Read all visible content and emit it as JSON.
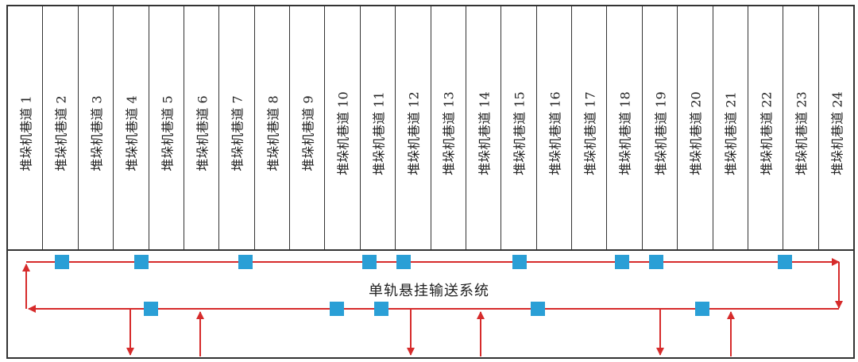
{
  "lanes": [
    "堆垛机巷道 1",
    "堆垛机巷道 2",
    "堆垛机巷道 3",
    "堆垛机巷道 4",
    "堆垛机巷道 5",
    "堆垛机巷道 6",
    "堆垛机巷道 7",
    "堆垛机巷道 8",
    "堆垛机巷道 9",
    "堆垛机巷道 10",
    "堆垛机巷道 11",
    "堆垛机巷道 12",
    "堆垛机巷道 13",
    "堆垛机巷道 14",
    "堆垛机巷道 15",
    "堆垛机巷道 16",
    "堆垛机巷道 17",
    "堆垛机巷道 18",
    "堆垛机巷道 19",
    "堆垛机巷道 20",
    "堆垛机巷道 21",
    "堆垛机巷道 22",
    "堆垛机巷道 23",
    "堆垛机巷道 24"
  ],
  "system": {
    "label": "单轨悬挂输送系统",
    "track_color": "#d62b2b",
    "station_color": "#2a9fd6"
  }
}
